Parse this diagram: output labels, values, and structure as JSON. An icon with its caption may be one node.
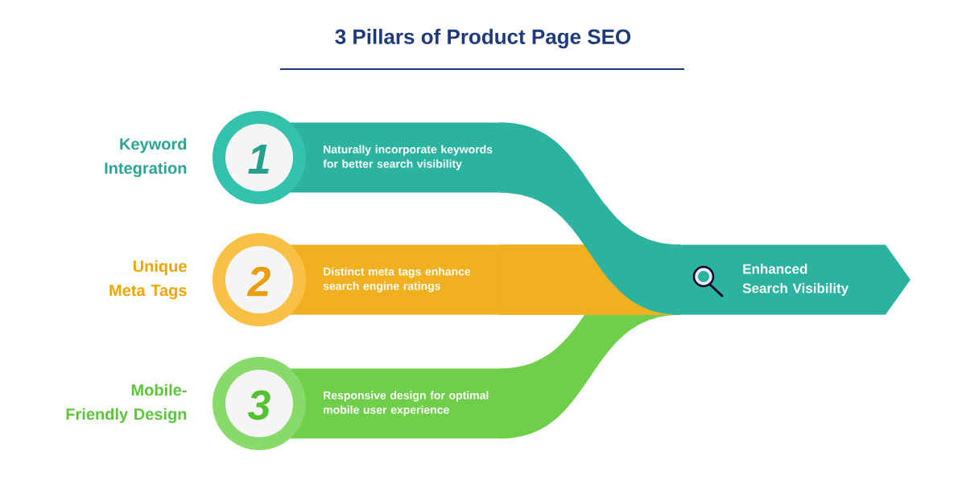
{
  "diagram": {
    "title": "3 Pillars of Product Page SEO",
    "nodes": [
      {
        "text": [
          "1",
          "Naturally incorporate keywords for better search visibility"
        ],
        "beside": [
          "Keyword Integration"
        ]
      },
      {
        "text": [
          "2",
          "Distinct meta tags enhance search engine ratings"
        ],
        "beside": [
          "Unique Meta Tags"
        ]
      },
      {
        "text": [
          "3",
          "Responsive design for optimal mobile user experience"
        ],
        "beside": [
          "Mobile-Friendly Design"
        ]
      },
      {
        "text": [
          "Enhanced Search Visibility"
        ]
      }
    ],
    "edges": [
      {
        "from": 0,
        "to": 3,
        "arrow": "none"
      },
      {
        "from": 1,
        "to": 3,
        "arrow": "none",
        "color": "#f0b020"
      },
      {
        "from": 2,
        "to": 3,
        "arrow": "none",
        "color": "#6fcf4a"
      }
    ]
  }
}
